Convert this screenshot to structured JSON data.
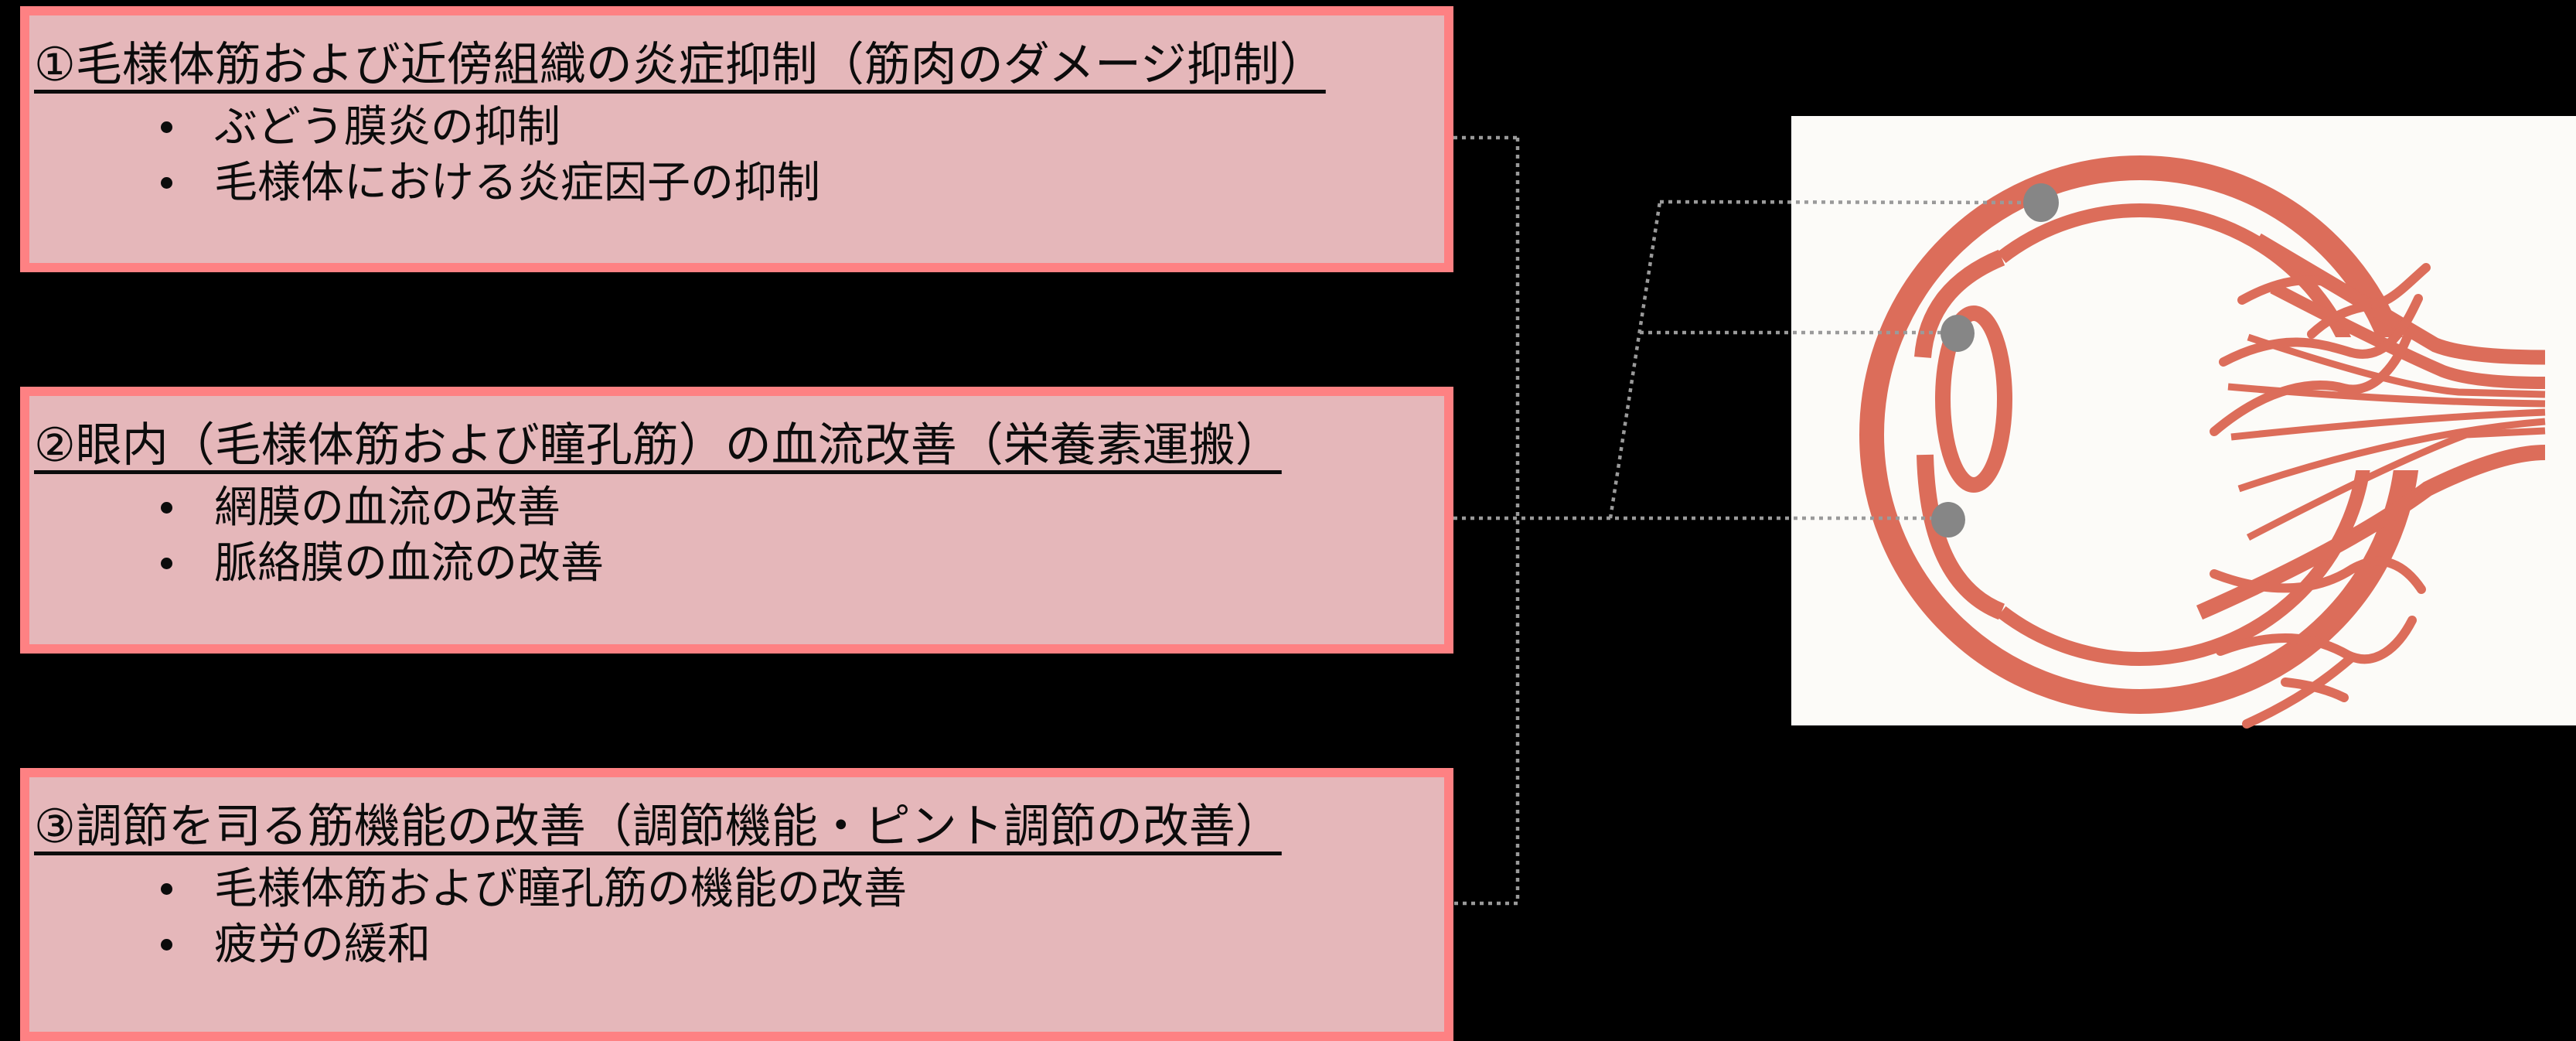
{
  "colors": {
    "bg": "#000000",
    "box-border": "#fe8183",
    "box-fill": "#e5b7ba",
    "eye-red": "#dc6d5a",
    "panel": "#fcfbf8",
    "line-gray": "#9a9a9a",
    "marker-gray": "#868686",
    "text": "#0c0c0c"
  },
  "boxes": [
    {
      "title": "①毛様体筋および近傍組織の炎症抑制（筋肉のダメージ抑制）",
      "bullets": [
        "ぶどう膜炎の抑制",
        "毛様体における炎症因子の抑制"
      ]
    },
    {
      "title": "②眼内（毛様体筋および瞳孔筋）の血流改善（栄養素運搬）",
      "bullets": [
        "網膜の血流の改善",
        "脈絡膜の血流の改善"
      ]
    },
    {
      "title": "③調節を司る筋機能の改善（調節機能・ピント調節の改善）",
      "bullets": [
        "毛様体筋および瞳孔筋の機能の改善",
        "疲労の緩和"
      ]
    }
  ]
}
